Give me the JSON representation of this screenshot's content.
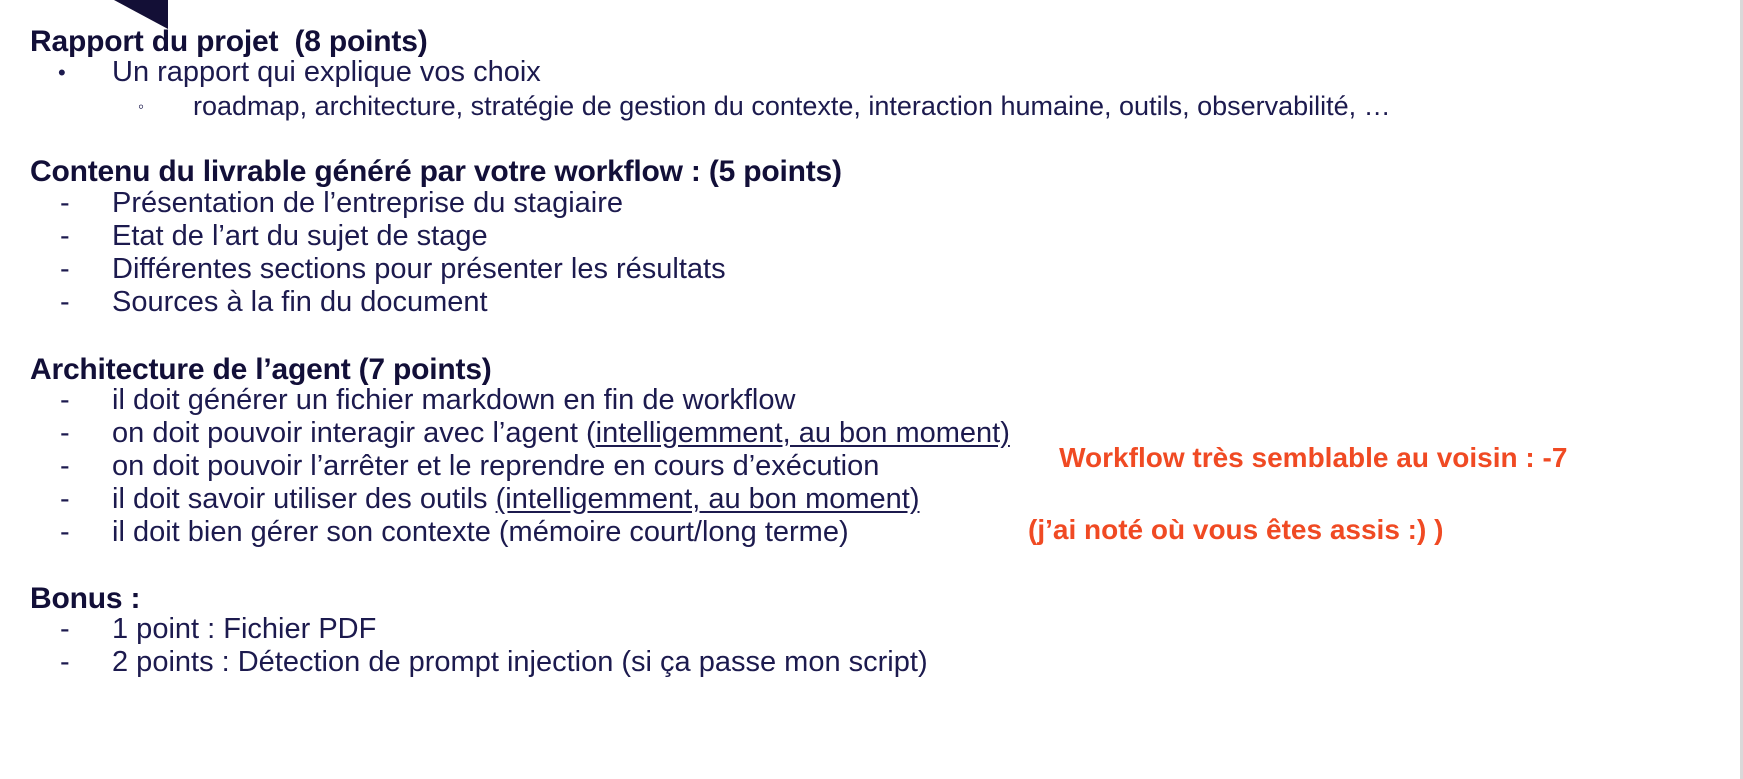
{
  "slide": {
    "theme": {
      "text_color": "#1c1a4e",
      "heading_color": "#120f38",
      "annotation_color": "#f04a23",
      "accent_shape_color": "#130f36",
      "background": "#ffffff"
    },
    "sections": [
      {
        "heading": "Rapport du projet  (8 points)",
        "items": [
          {
            "marker": "•",
            "text": "Un rapport qui explique vos choix",
            "level": 1
          },
          {
            "marker": "◦",
            "text": "roadmap, architecture, stratégie de gestion du contexte, interaction humaine, outils, observabilité, …",
            "level": 2
          }
        ]
      },
      {
        "heading": "Contenu du livrable généré par votre workflow : (5 points)",
        "items": [
          {
            "marker": "-",
            "text": "Présentation de l’entreprise du stagiaire",
            "level": 1
          },
          {
            "marker": "-",
            "text": "Etat de l’art du sujet de stage",
            "level": 1
          },
          {
            "marker": "-",
            "text": "Différentes sections pour présenter les résultats",
            "level": 1
          },
          {
            "marker": "-",
            "text": "Sources à la fin du document",
            "level": 1
          }
        ]
      },
      {
        "heading": "Architecture de l’agent (7 points)",
        "items": [
          {
            "marker": "-",
            "text": "il doit générer un fichier markdown en fin de workflow",
            "level": 1
          },
          {
            "marker": "-",
            "text": "on doit pouvoir interagir avec l’agent (",
            "underlined": "intelligemment, au bon moment)",
            "tail": "",
            "level": 1
          },
          {
            "marker": "-",
            "text": "on doit pouvoir l’arrêter et le reprendre en cours d’exécution",
            "level": 1
          },
          {
            "marker": "-",
            "text": "il doit savoir utiliser des outils ",
            "underlined": "(intelligemment, au bon moment)",
            "tail": "",
            "level": 1
          },
          {
            "marker": "-",
            "text": "il doit bien gérer son contexte (mémoire court/long terme)",
            "level": 1
          }
        ]
      },
      {
        "heading": "Bonus :",
        "items": [
          {
            "marker": "-",
            "text": "1 point : Fichier PDF",
            "level": 1
          },
          {
            "marker": "-",
            "text": "2 points : Détection de prompt injection (si ça passe mon script)",
            "level": 1
          }
        ]
      }
    ],
    "annotation": {
      "line1": "Workflow très semblable au voisin : -7",
      "line2": "(j’ai noté où vous êtes assis :) )"
    }
  }
}
